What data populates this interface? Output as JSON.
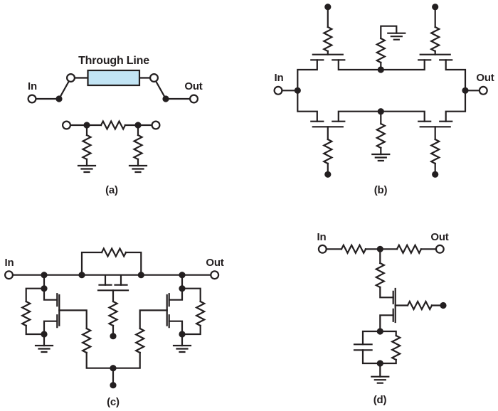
{
  "figure": {
    "colors": {
      "background": "#ffffff",
      "line": "#231f20",
      "through_line_fill": "#c2e4f4"
    },
    "panels": {
      "a": {
        "label": "(a)",
        "in_label": "In",
        "out_label": "Out",
        "through_line_label": "Through Line"
      },
      "b": {
        "label": "(b)",
        "in_label": "In",
        "out_label": "Out"
      },
      "c": {
        "label": "(c)",
        "in_label": "In",
        "out_label": "Out"
      },
      "d": {
        "label": "(d)",
        "in_label": "In",
        "out_label": "Out"
      }
    }
  }
}
